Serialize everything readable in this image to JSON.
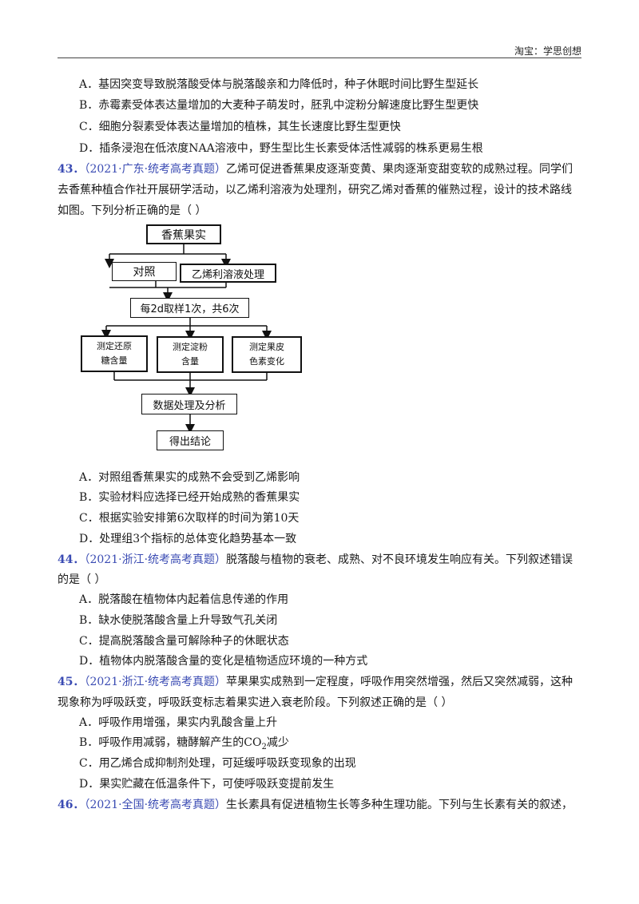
{
  "header": {
    "text": "淘宝：学思创想"
  },
  "prev_options": [
    "A．基因突变导致脱落酸受体与脱落酸亲和力降低时，种子休眠时间比野生型延长",
    "B．赤霉素受体表达量增加的大麦种子萌发时，胚乳中淀粉分解速度比野生型更快",
    "C．细胞分裂素受体表达量增加的植株，其生长速度比野生型更快",
    "D．插条浸泡在低浓度NAA溶液中，野生型比生长素受体活性减弱的株系更易生根"
  ],
  "q43": {
    "num": "43．",
    "source": "（2021·广东·统考高考真题）",
    "line1": "乙烯可促进香蕉果皮逐渐变黄、果肉逐渐变甜变软的成熟过程。同学们",
    "line2": "去香蕉种植合作社开展研学活动，以乙烯利溶液为处理剂，研究乙烯对香蕉的催熟过程，设计的技术路线",
    "line3": "如图。下列分析正确的是（    ）",
    "flow": {
      "top": "香蕉果实",
      "control": "对照",
      "treatment": "乙烯利溶液处理",
      "sampling": "每2d取样1次，共6次",
      "m1a": "测定还原",
      "m1b": "糖含量",
      "m2a": "测定淀粉",
      "m2b": "含量",
      "m3a": "测定果皮",
      "m3b": "色素变化",
      "analysis": "数据处理及分析",
      "conclusion": "得出结论"
    },
    "options": [
      "A．对照组香蕉果实的成熟不会受到乙烯影响",
      "B．实验材料应选择已经开始成熟的香蕉果实",
      "C．根据实验安排第6次取样的时间为第10天",
      "D．处理组3个指标的总体变化趋势基本一致"
    ]
  },
  "q44": {
    "num": "44．",
    "source": "（2021·浙江·统考高考真题）",
    "line1": "脱落酸与植物的衰老、成熟、对不良环境发生响应有关。下列叙述错误",
    "line2": "的是（    ）",
    "options": [
      "A．脱落酸在植物体内起着信息传递的作用",
      "B．缺水使脱落酸含量上升导致气孔关闭",
      "C．提高脱落酸含量可解除种子的休眠状态",
      "D．植物体内脱落酸含量的变化是植物适应环境的一种方式"
    ]
  },
  "q45": {
    "num": "45．",
    "source": "（2021·浙江·统考高考真题）",
    "line1": "苹果果实成熟到一定程度，呼吸作用突然增强，然后又突然减弱，这种",
    "line2": "现象称为呼吸跃变，呼吸跃变标志着果实进入衰老阶段。下列叙述正确的是（    ）",
    "options": {
      "a": "A．呼吸作用增强，果实内乳酸含量上升",
      "b_pre": "B．呼吸作用减弱，糖酵解产生的CO",
      "b_sub": "2",
      "b_post": "减少",
      "c": "C．用乙烯合成抑制剂处理，可延缓呼吸跃变现象的出现",
      "d": "D．果实贮藏在低温条件下，可使呼吸跃变提前发生"
    }
  },
  "q46": {
    "num": "46．",
    "source": "（2021·全国·统考高考真题）",
    "line1": "生长素具有促进植物生长等多种生理功能。下列与生长素有关的叙述，"
  }
}
